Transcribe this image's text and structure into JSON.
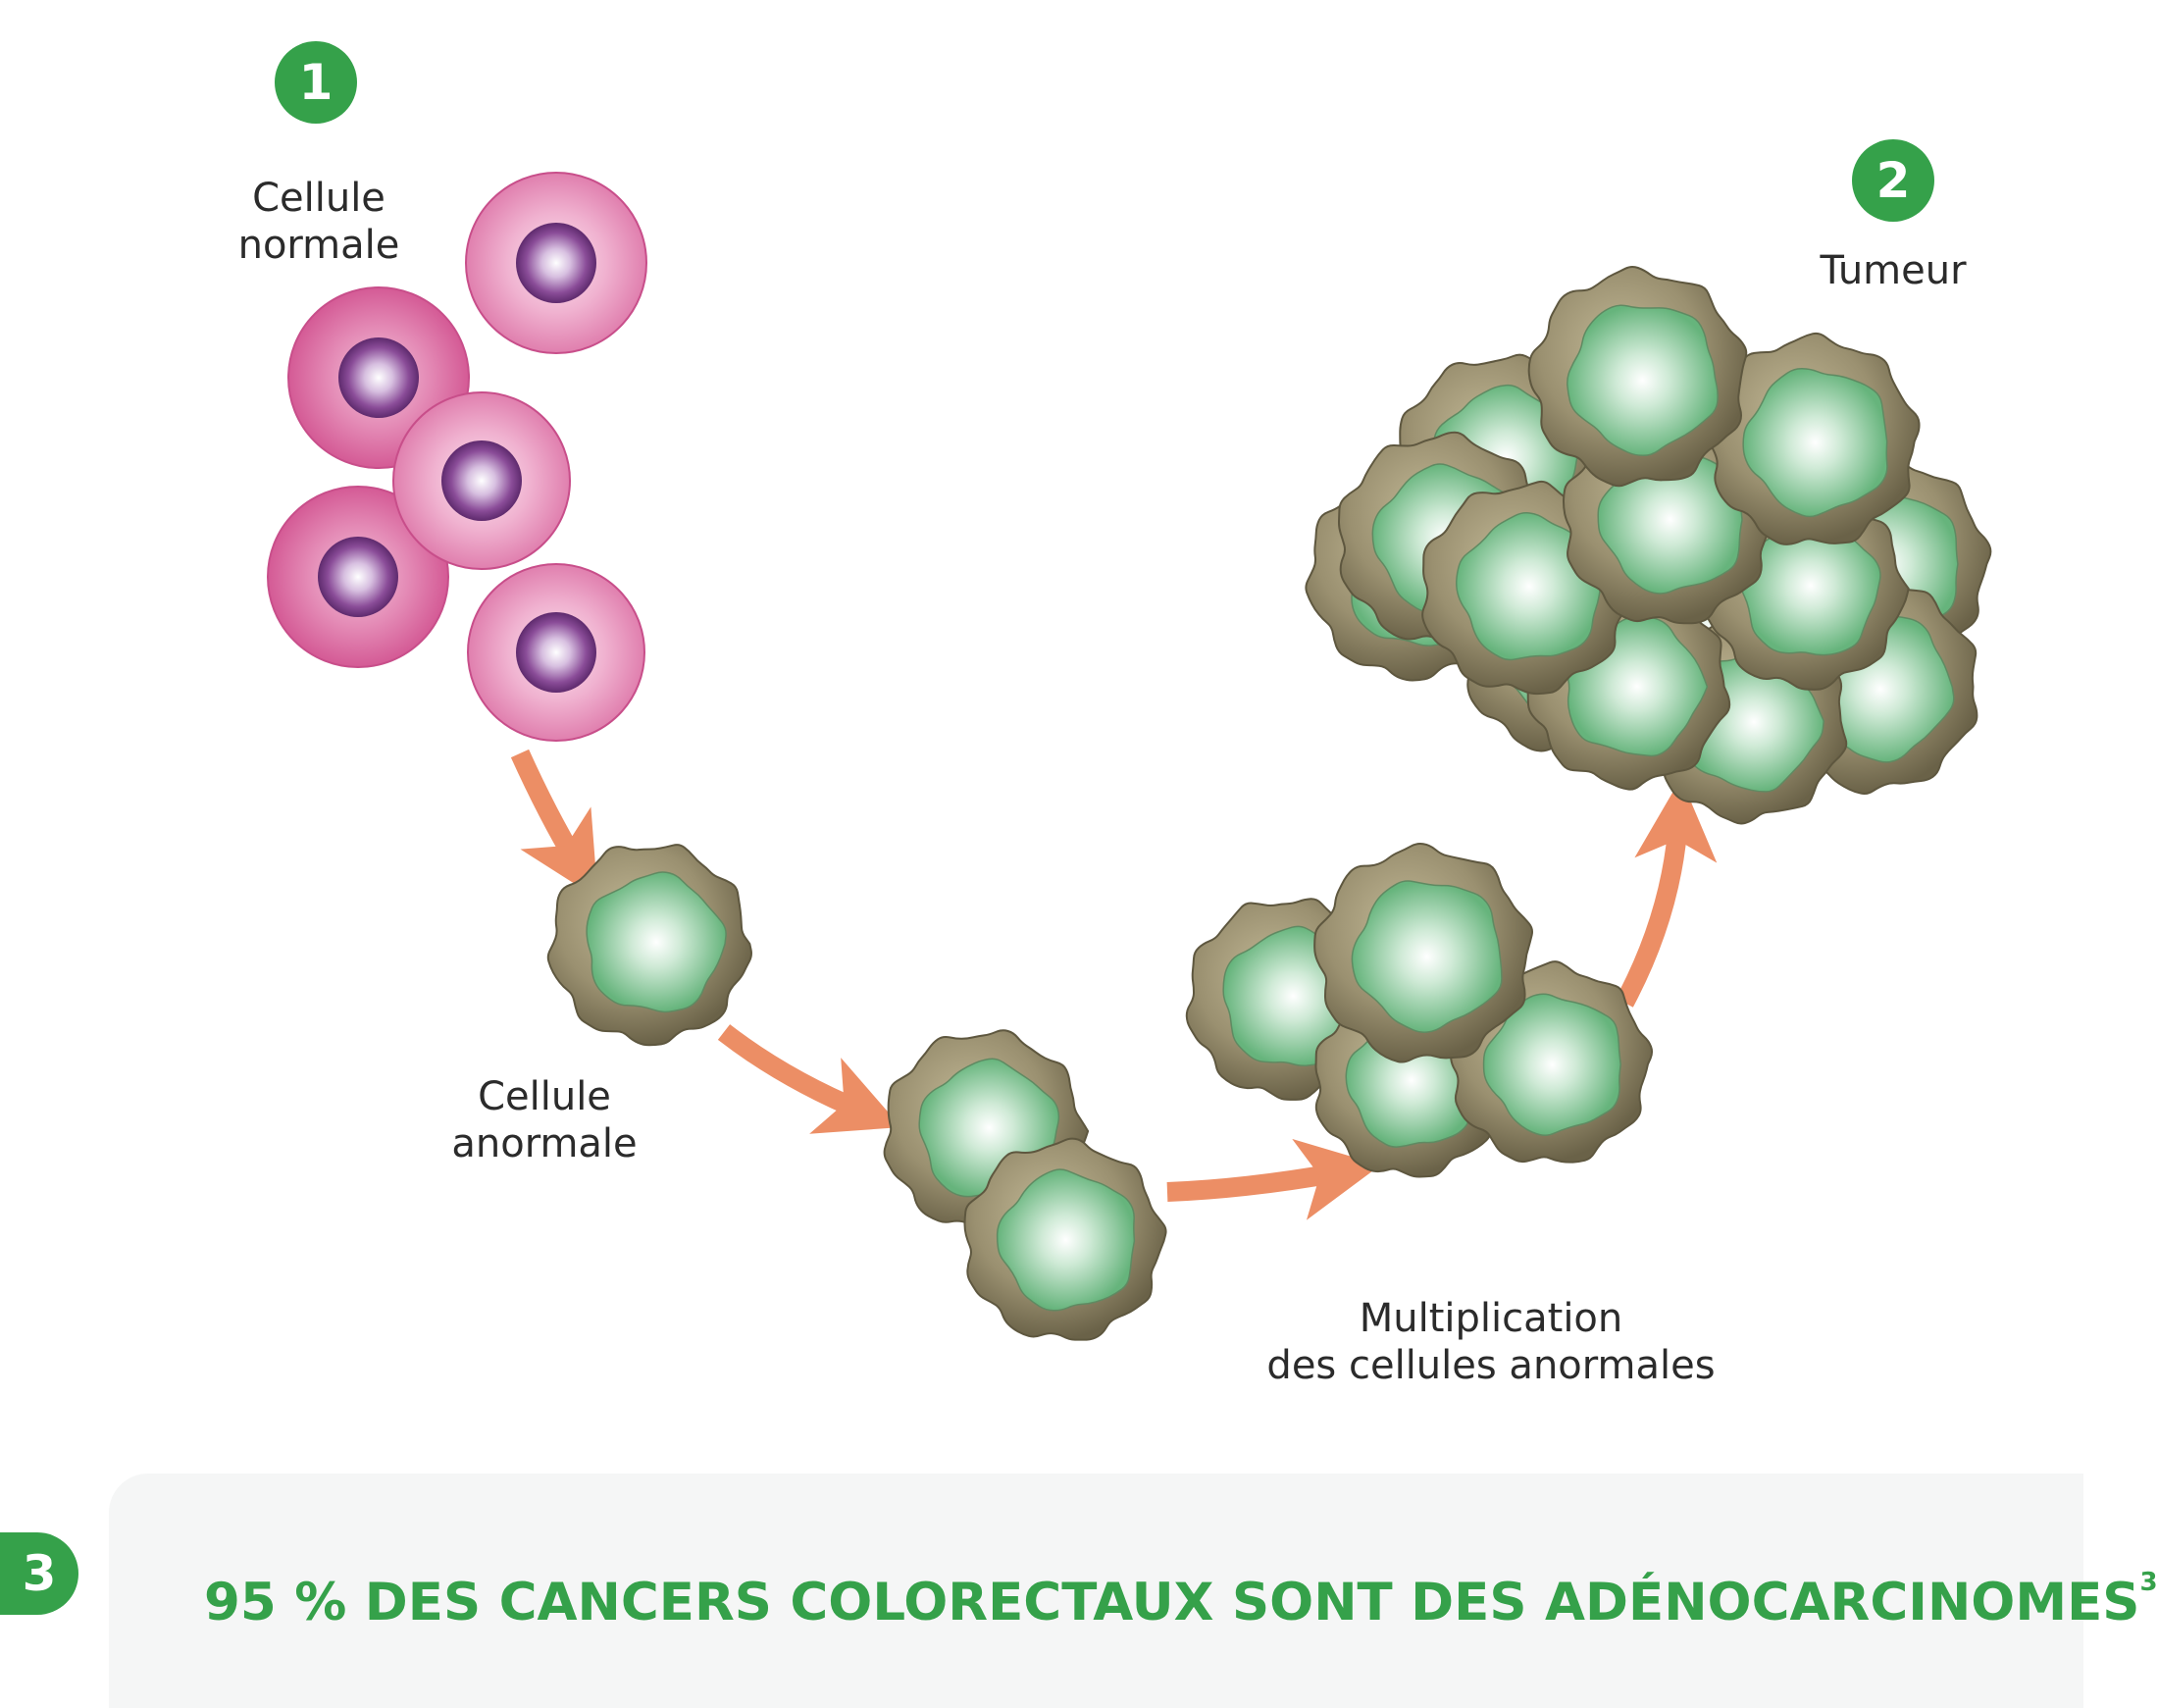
{
  "colors": {
    "accent_green": "#35a14a",
    "banner_bg": "#f5f6f6",
    "arrow": "#ec8e65",
    "normal_cell_outer": "#d6609a",
    "normal_cell_light": "#f3bcd6",
    "nucleus": "#7a3f88",
    "tumor_shell": "#8c8466",
    "tumor_core": "#7ac48d"
  },
  "steps": {
    "step1": {
      "number": "1",
      "label_line1": "Cellule",
      "label_line2": "normale"
    },
    "step2": {
      "number": "2",
      "label": "Tumeur"
    },
    "step3": {
      "number": "3"
    }
  },
  "labels": {
    "abnormal_line1": "Cellule",
    "abnormal_line2": "anormale",
    "multiplication_line1": "Multiplication",
    "multiplication_line2": "des cellules anormales"
  },
  "banner": {
    "text": "95 %  DES CANCERS COLORECTAUX SONT DES ADÉNOCARCINOMES",
    "superscript": "3"
  }
}
